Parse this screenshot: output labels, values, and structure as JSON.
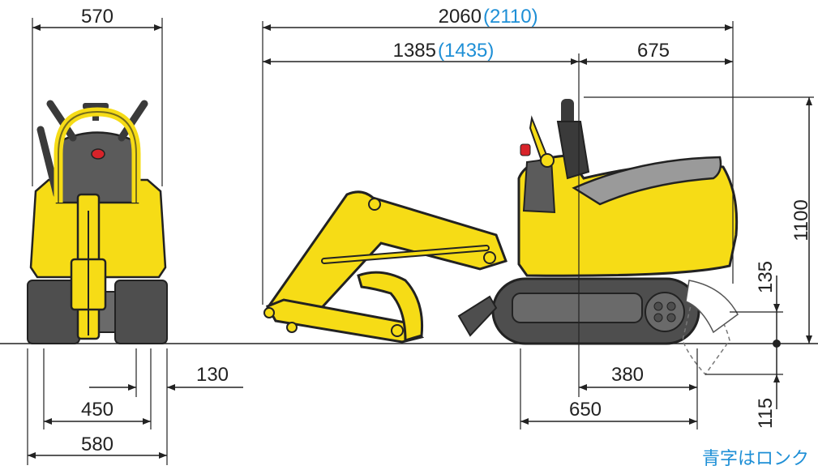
{
  "dimensions": {
    "front_width_top": "570",
    "total_length": "2060",
    "total_length_long": "(2110)",
    "arm_length": "1385",
    "arm_length_long": "(1435)",
    "rear_length": "675",
    "height": "1100",
    "blade_height": "135",
    "blade_depth": "115",
    "track_gauge_inner": "130",
    "track_gauge": "450",
    "width_bottom": "580",
    "center_to_blade": "380",
    "track_length": "650"
  },
  "note": "青字はロンク",
  "colors": {
    "body_yellow": "#f6dc16",
    "track_gray": "#4e4e4e",
    "seat_gray": "#9a9a9a",
    "dark": "#3a3a3a",
    "accent_blue": "#1e8fd6",
    "red": "#d8232a"
  }
}
